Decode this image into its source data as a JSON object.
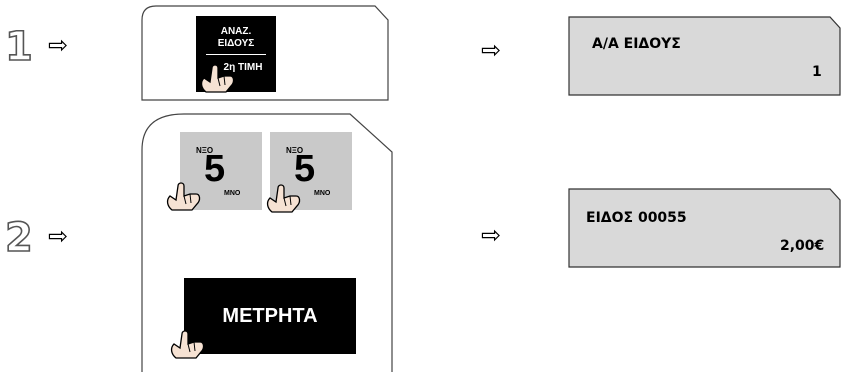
{
  "steps": [
    {
      "number": "1",
      "arrow": "⇨",
      "key": {
        "line1": "ΑΝΑΖ.",
        "line2": "ΕΙΔΟΥΣ",
        "line3": "2η ΤΙΜΗ"
      },
      "display": {
        "label": "Α/Α ΕΙΔΟΥΣ",
        "value": "1"
      }
    },
    {
      "number": "2",
      "arrow": "⇨",
      "keys": [
        {
          "top": "ΝΞΟ",
          "digit": "5",
          "sub": "ΜΝΟ"
        },
        {
          "top": "ΝΞΟ",
          "digit": "5",
          "sub": "ΜΝΟ"
        }
      ],
      "cash_key": "ΜΕΤΡΗΤΑ",
      "display": {
        "label": "ΕΙΔΟΣ 00055",
        "value": "2,00€"
      }
    }
  ],
  "result_arrow": "⇨",
  "colors": {
    "panel_border": "#444444",
    "display_fill": "#d9d9d9",
    "key_grey": "#c9c9c9",
    "key_black": "#000000"
  }
}
